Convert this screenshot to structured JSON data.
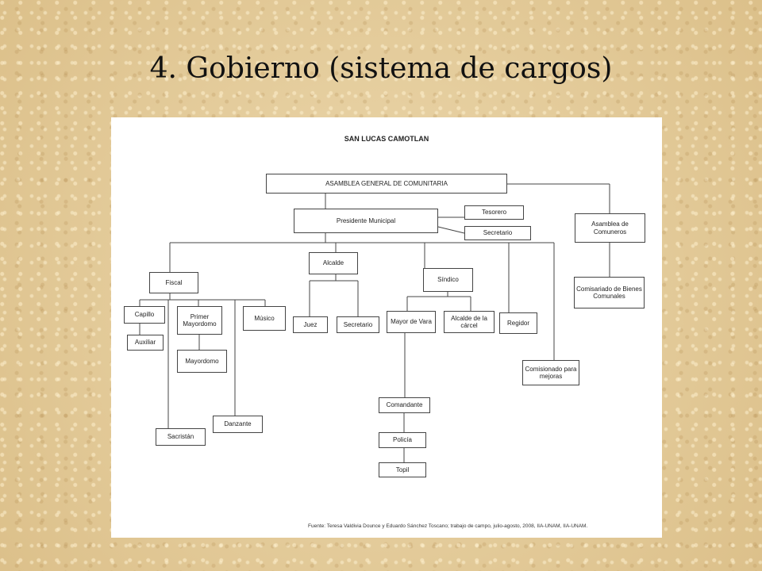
{
  "slide": {
    "title": "4. Gobierno (sistema de cargos)"
  },
  "chart": {
    "heading": "SAN LUCAS CAMOTLAN",
    "source": "Fuente: Teresa Valdivia Dounce y Eduardo Sánchez Toscano; trabajo de campo, julio-agosto, 2008, IIA-UNAM, IIA-UNAM.",
    "nodes": {
      "asamblea_general": "ASAMBLEA GENERAL DE COMUNITARIA",
      "presidente": "Presidente Municipal",
      "tesorero": "Tesorero",
      "secretario_presidencia": "Secretario",
      "asamblea_comuneros": "Asamblea de Comuneros",
      "comisariado": "Comisariado de Bienes Comunales",
      "fiscal": "Fiscal",
      "alcalde": "Alcalde",
      "sindico": "Síndico",
      "capillo": "Capillo",
      "auxiliar": "Auxiliar",
      "primer_mayordomo": "Primer Mayordomo",
      "mayordomo": "Mayordomo",
      "musico": "Músico",
      "juez": "Juez",
      "secretario_alcalde": "Secretario",
      "mayor_de_vara": "Mayor de Vara",
      "alcalde_carcel": "Alcalde de la cárcel",
      "regidor": "Regidor",
      "comisionado": "Comisionado para mejoras",
      "comandante": "Comandante",
      "policia": "Policía",
      "topil": "Topil",
      "sacristan": "Sacristán",
      "danzante": "Danzante"
    }
  }
}
